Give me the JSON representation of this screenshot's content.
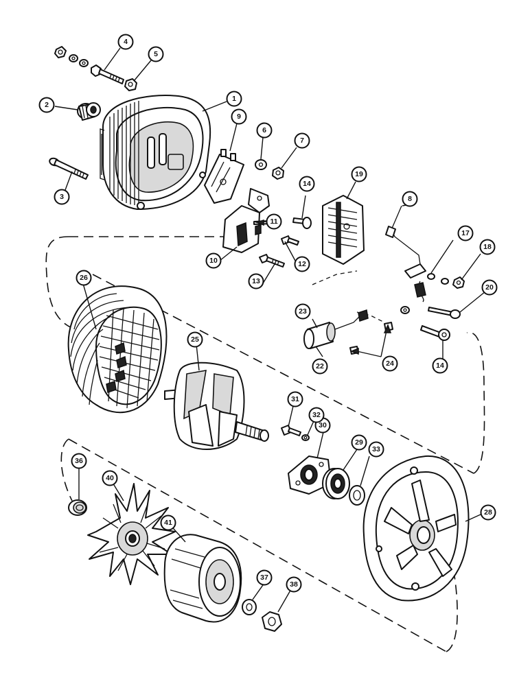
{
  "callouts": [
    {
      "id": "c1",
      "label": "1"
    },
    {
      "id": "c2",
      "label": "2"
    },
    {
      "id": "c3",
      "label": "3"
    },
    {
      "id": "c4",
      "label": "4"
    },
    {
      "id": "c5",
      "label": "5"
    },
    {
      "id": "c6",
      "label": "6"
    },
    {
      "id": "c7",
      "label": "7"
    },
    {
      "id": "c8",
      "label": "8"
    },
    {
      "id": "c9",
      "label": "9"
    },
    {
      "id": "c10",
      "label": "10"
    },
    {
      "id": "c11",
      "label": "11"
    },
    {
      "id": "c12",
      "label": "12"
    },
    {
      "id": "c13",
      "label": "13"
    },
    {
      "id": "c14a",
      "label": "14"
    },
    {
      "id": "c14b",
      "label": "14"
    },
    {
      "id": "c17",
      "label": "17"
    },
    {
      "id": "c18",
      "label": "18"
    },
    {
      "id": "c19",
      "label": "19"
    },
    {
      "id": "c20",
      "label": "20"
    },
    {
      "id": "c22",
      "label": "22"
    },
    {
      "id": "c23",
      "label": "23"
    },
    {
      "id": "c24",
      "label": "24"
    },
    {
      "id": "c25",
      "label": "25"
    },
    {
      "id": "c26",
      "label": "26"
    },
    {
      "id": "c28",
      "label": "28"
    },
    {
      "id": "c29",
      "label": "29"
    },
    {
      "id": "c30",
      "label": "30"
    },
    {
      "id": "c31",
      "label": "31"
    },
    {
      "id": "c32",
      "label": "32"
    },
    {
      "id": "c33",
      "label": "33"
    },
    {
      "id": "c36",
      "label": "36"
    },
    {
      "id": "c37",
      "label": "37"
    },
    {
      "id": "c38",
      "label": "38"
    },
    {
      "id": "c40",
      "label": "40"
    },
    {
      "id": "c41",
      "label": "41"
    }
  ]
}
